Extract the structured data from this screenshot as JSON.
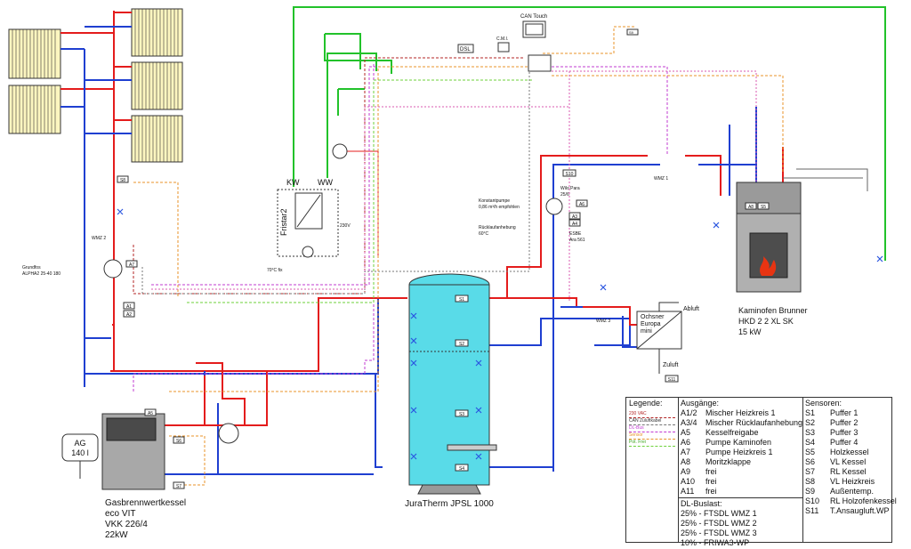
{
  "title_components": {
    "gas_boiler": [
      "Gasbrennwertkessel",
      "eco VIT",
      "VKK 226/4",
      "22kW"
    ],
    "stove": [
      "Kaminofen Brunner",
      "HKD 2 2 XL SK",
      "15 kW"
    ],
    "storage": "JuraTherm JPSL 1000",
    "expansion_vessel": [
      "AG",
      "140 l"
    ],
    "fristar": "Fristar2",
    "ventilation": [
      "Ochsner",
      "Europa",
      "mini"
    ],
    "can_touch": "CAN Touch",
    "dsl": "DSL",
    "cmi": "C.M.I.",
    "grundfos": [
      "Grundfos",
      "ALPHA2 25-40 180"
    ],
    "wilo": [
      "Wilo Para",
      "25/6"
    ],
    "esbe": [
      "ESBE",
      "Ara 561"
    ],
    "konstantpumpe": [
      "Konstantpumpe",
      "0,86 m³/h empfohlen"
    ],
    "ruecklauf": [
      "Rücklaufanhebung",
      "60°C"
    ],
    "kw": "KW",
    "ww": "WW",
    "abluft": "Abluft",
    "zuluft": "Zuluft",
    "fix70": "70°C fix",
    "v230": "230V"
  },
  "tags": {
    "wmz1": "WMZ 1",
    "wmz2": "WMZ 2",
    "wmz3": "WMZ 3",
    "s1": "S1",
    "s2": "S2",
    "s3": "S3",
    "s4": "S4",
    "s5": "S5",
    "s6": "S6",
    "s7": "S7",
    "s8": "S8",
    "s9": "S9",
    "s10": "S10",
    "s11": "S11",
    "a1": "A1",
    "a2": "A2",
    "a3": "A3",
    "a4": "A4",
    "a5": "A5",
    "a6": "A6",
    "a7": "A7",
    "a8": "A8"
  },
  "legend": {
    "title": "Legende:",
    "lines": [
      "230 VAC",
      "CAN Zuluftkabel",
      "DL-Bus",
      "Sensor",
      "Pot. Frei"
    ],
    "outputs_title": "Ausgänge:",
    "outputs": [
      {
        "code": "A1/2",
        "text": "Mischer Heizkreis 1"
      },
      {
        "code": "A3/4",
        "text": "Mischer Rücklaufanhebung"
      },
      {
        "code": "A5",
        "text": "Kesselfreigabe"
      },
      {
        "code": "A6",
        "text": "Pumpe Kaminofen"
      },
      {
        "code": "A7",
        "text": "Pumpe Heizkreis 1"
      },
      {
        "code": "A8",
        "text": "Moritzklappe"
      },
      {
        "code": "A9",
        "text": "frei"
      },
      {
        "code": "A10",
        "text": "frei"
      },
      {
        "code": "A11",
        "text": "frei"
      }
    ],
    "dl_title": "DL-Buslast:",
    "dl": [
      "25% - FTSDL WMZ 1",
      "25% - FTSDL WMZ 2",
      "25% - FTSDL WMZ 3",
      "10% - FRIWA3-WP"
    ],
    "sensors_title": "Sensoren:",
    "sensors": [
      {
        "code": "S1",
        "text": "Puffer 1"
      },
      {
        "code": "S2",
        "text": "Puffer 2"
      },
      {
        "code": "S3",
        "text": "Puffer 3"
      },
      {
        "code": "S4",
        "text": "Puffer 4"
      },
      {
        "code": "S5",
        "text": "Holzkessel"
      },
      {
        "code": "S6",
        "text": "VL Kessel"
      },
      {
        "code": "S7",
        "text": "RL Kessel"
      },
      {
        "code": "S8",
        "text": "VL Heizkreis"
      },
      {
        "code": "S9",
        "text": "Außentemp."
      },
      {
        "code": "S10",
        "text": "RL Holzofenkessel"
      },
      {
        "code": "S11",
        "text": "T.Ansaugluft.WP"
      }
    ]
  },
  "colors": {
    "supply": "#e41c1c",
    "return": "#1f3fd1",
    "cold": "#22c22a",
    "storage": "#59dbe8",
    "line_230": "#b32525",
    "can": "#333333",
    "dlbus": "#c23bd1",
    "sensor": "#e8932a",
    "potfrei": "#6cd13a"
  }
}
